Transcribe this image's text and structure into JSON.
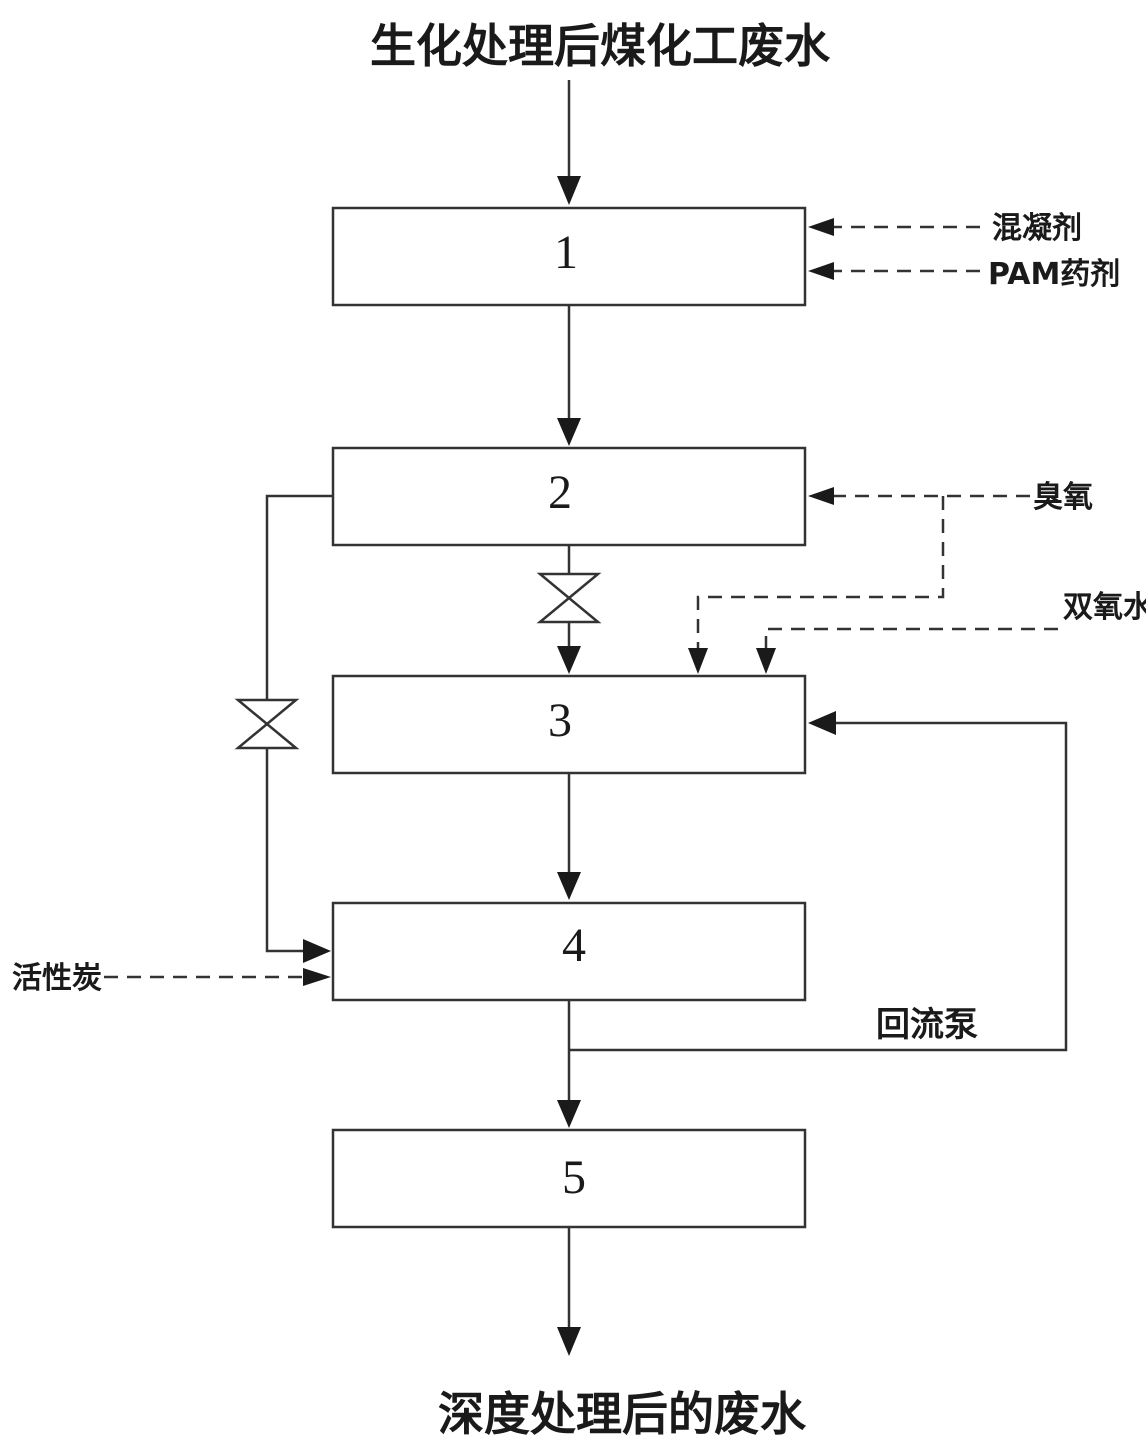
{
  "title_top": "生化处理后煤化工废水",
  "title_bottom": "深度处理后的废水",
  "units": {
    "u1": "1",
    "u2": "2",
    "u3": "3",
    "u4": "4",
    "u5": "5"
  },
  "inputs": {
    "coagulant": "混凝剂",
    "pam": "PAM药剂",
    "ozone": "臭氧",
    "h2o2": "双氧水",
    "carbon": "活性炭",
    "pump": "回流泵"
  }
}
